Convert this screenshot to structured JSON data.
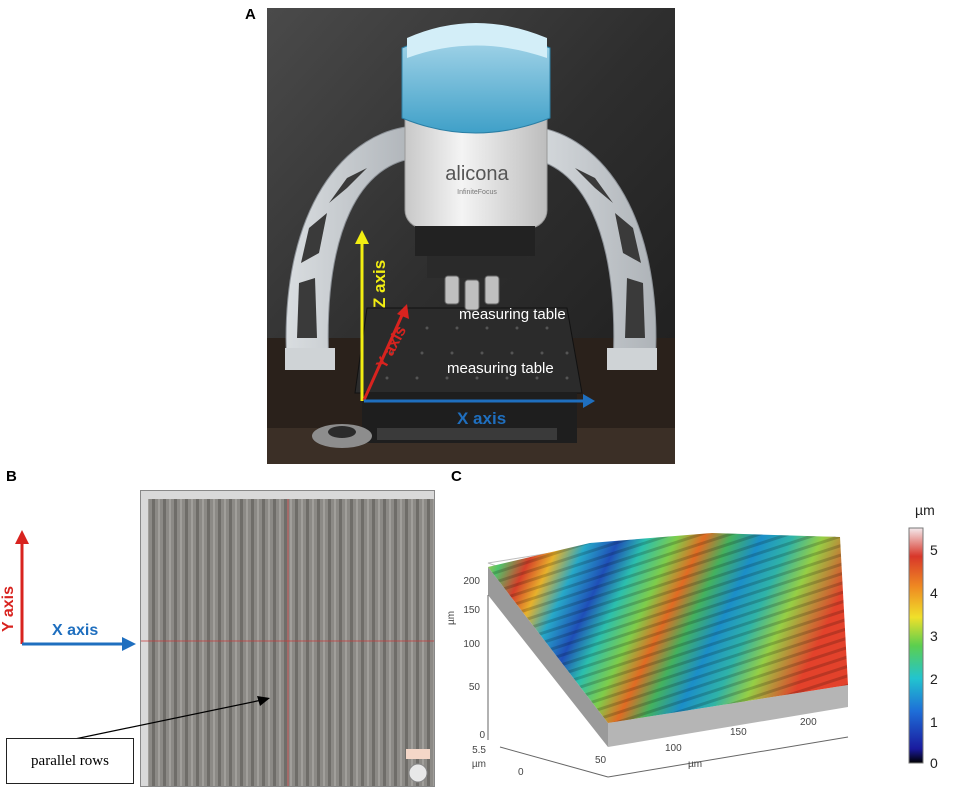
{
  "panels": {
    "a_letter": "A",
    "b_letter": "B",
    "c_letter": "C"
  },
  "panel_a": {
    "brand_text": "alicona",
    "brand_sub": "InfiniteFocus",
    "z_axis_label": "Z axis",
    "y_axis_label": "Y axis",
    "x_axis_label": "X axis",
    "label_upper": "measuring table",
    "label_lower": "measuring table"
  },
  "panel_b": {
    "y_axis_label": "Y axis",
    "x_axis_label": "X axis",
    "callout": "parallel rows"
  },
  "panel_c": {
    "colorbar_unit": "µm",
    "colorbar_ticks": [
      "5",
      "4",
      "3",
      "2",
      "1",
      "0"
    ],
    "y_axis_unit": "µm",
    "y_ticks": [
      "200",
      "150",
      "100",
      "50",
      "0"
    ],
    "x_axis_unit": "µm",
    "x_ticks": [
      "0",
      "50",
      "100",
      "150",
      "200"
    ],
    "z_start": "5.5"
  },
  "colors": {
    "x_arrow": "#1f6fbf",
    "y_arrow": "#d8231f",
    "z_arrow": "#f2ee12"
  }
}
